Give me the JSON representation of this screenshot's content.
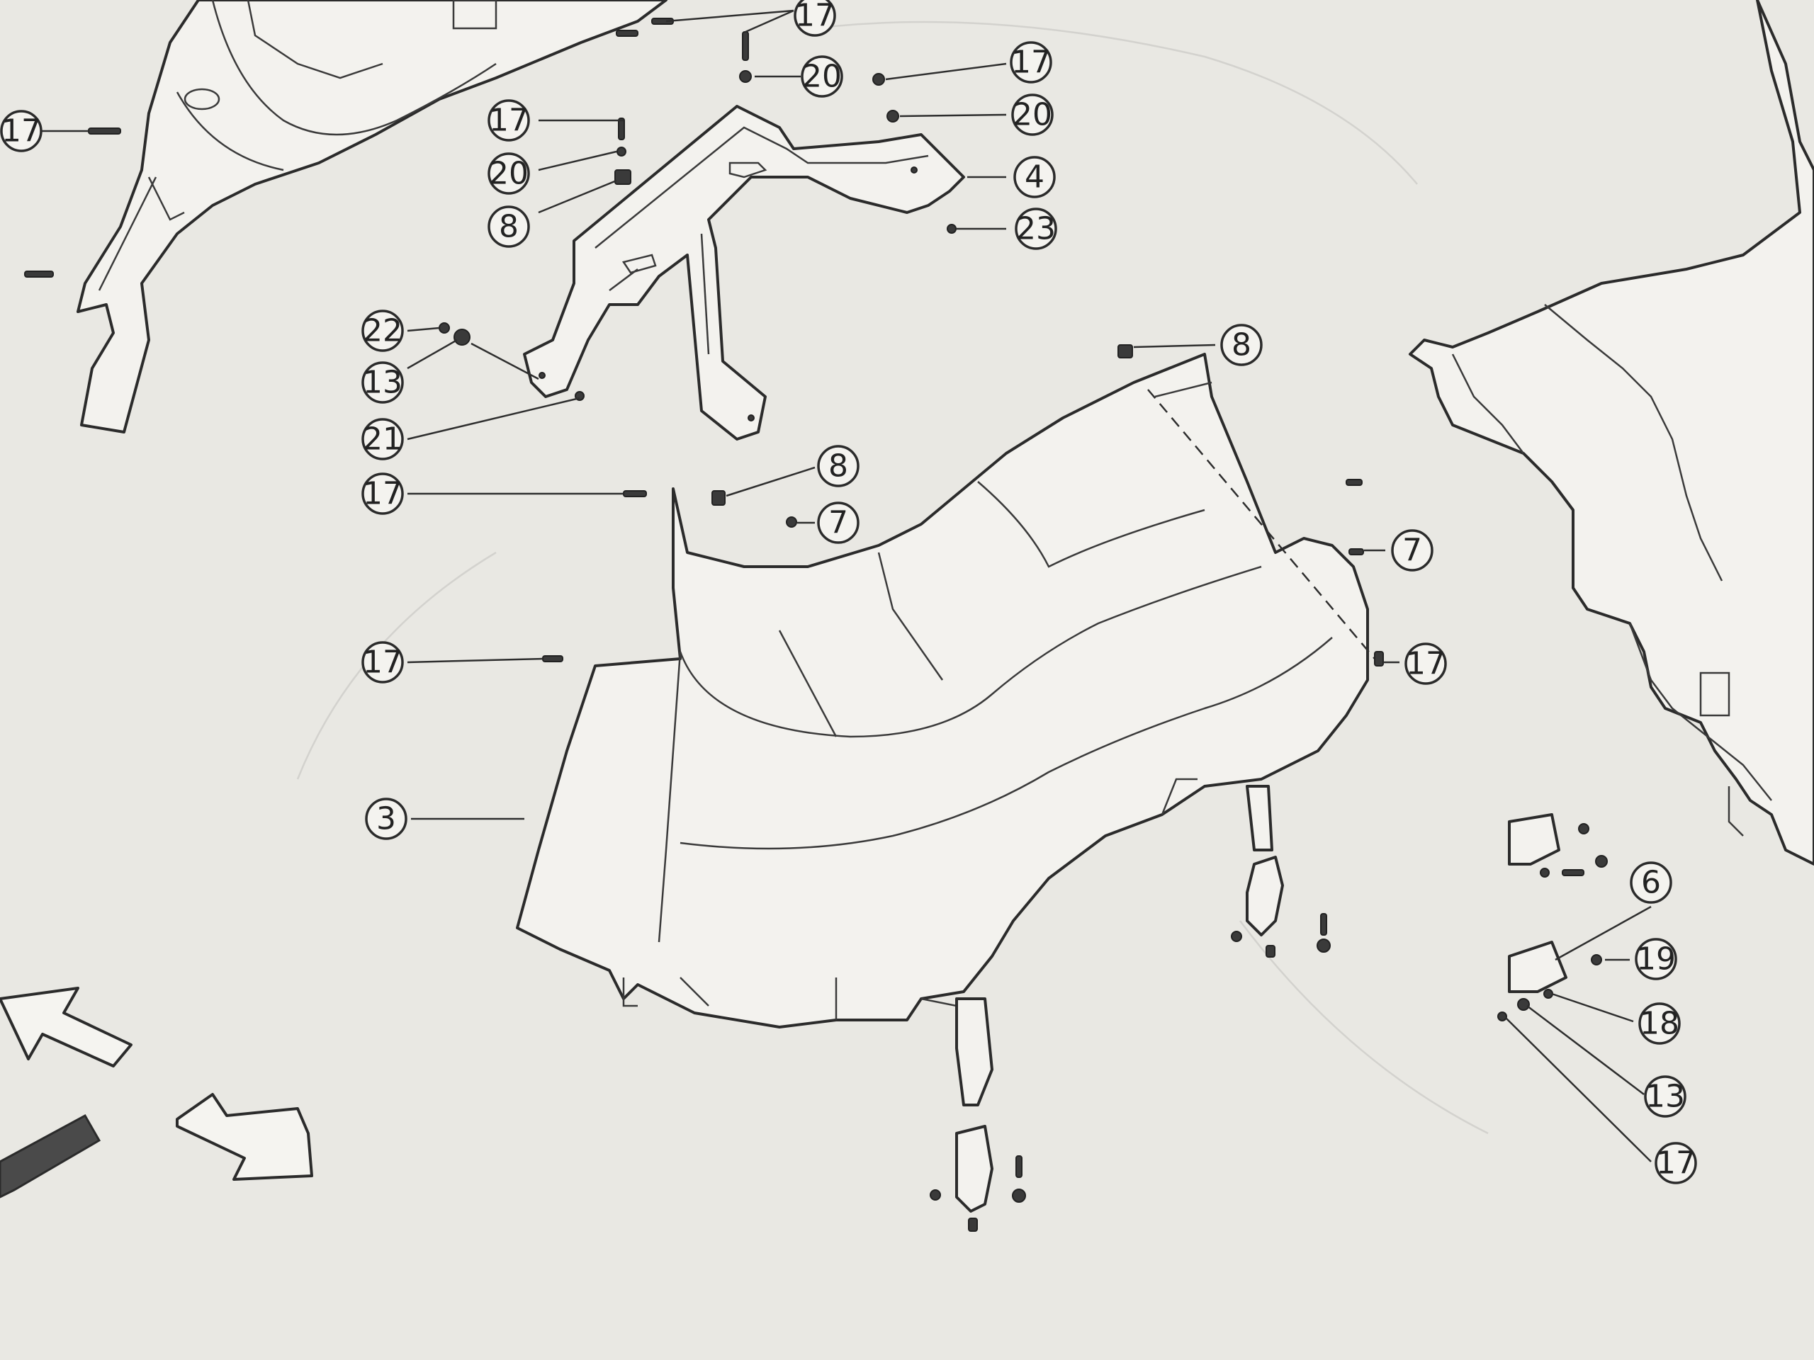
{
  "callouts": [
    {
      "id": "c1",
      "label": "17"
    },
    {
      "id": "c2",
      "label": "20"
    },
    {
      "id": "c3",
      "label": "17"
    },
    {
      "id": "c4",
      "label": "20"
    },
    {
      "id": "c5",
      "label": "17"
    },
    {
      "id": "c6",
      "label": "17"
    },
    {
      "id": "c7",
      "label": "20"
    },
    {
      "id": "c8",
      "label": "4"
    },
    {
      "id": "c9",
      "label": "8"
    },
    {
      "id": "c10",
      "label": "23"
    },
    {
      "id": "c11",
      "label": "22"
    },
    {
      "id": "c12",
      "label": "13"
    },
    {
      "id": "c13",
      "label": "21"
    },
    {
      "id": "c14",
      "label": "8"
    },
    {
      "id": "c15",
      "label": "17"
    },
    {
      "id": "c16",
      "label": "8"
    },
    {
      "id": "c17",
      "label": "7"
    },
    {
      "id": "c18",
      "label": "7"
    },
    {
      "id": "c19",
      "label": "17"
    },
    {
      "id": "c20",
      "label": "17"
    },
    {
      "id": "c21",
      "label": "3"
    },
    {
      "id": "c22",
      "label": "6"
    },
    {
      "id": "c23",
      "label": "19"
    },
    {
      "id": "c24",
      "label": "18"
    },
    {
      "id": "c25",
      "label": "13"
    },
    {
      "id": "c26",
      "label": "17"
    }
  ]
}
